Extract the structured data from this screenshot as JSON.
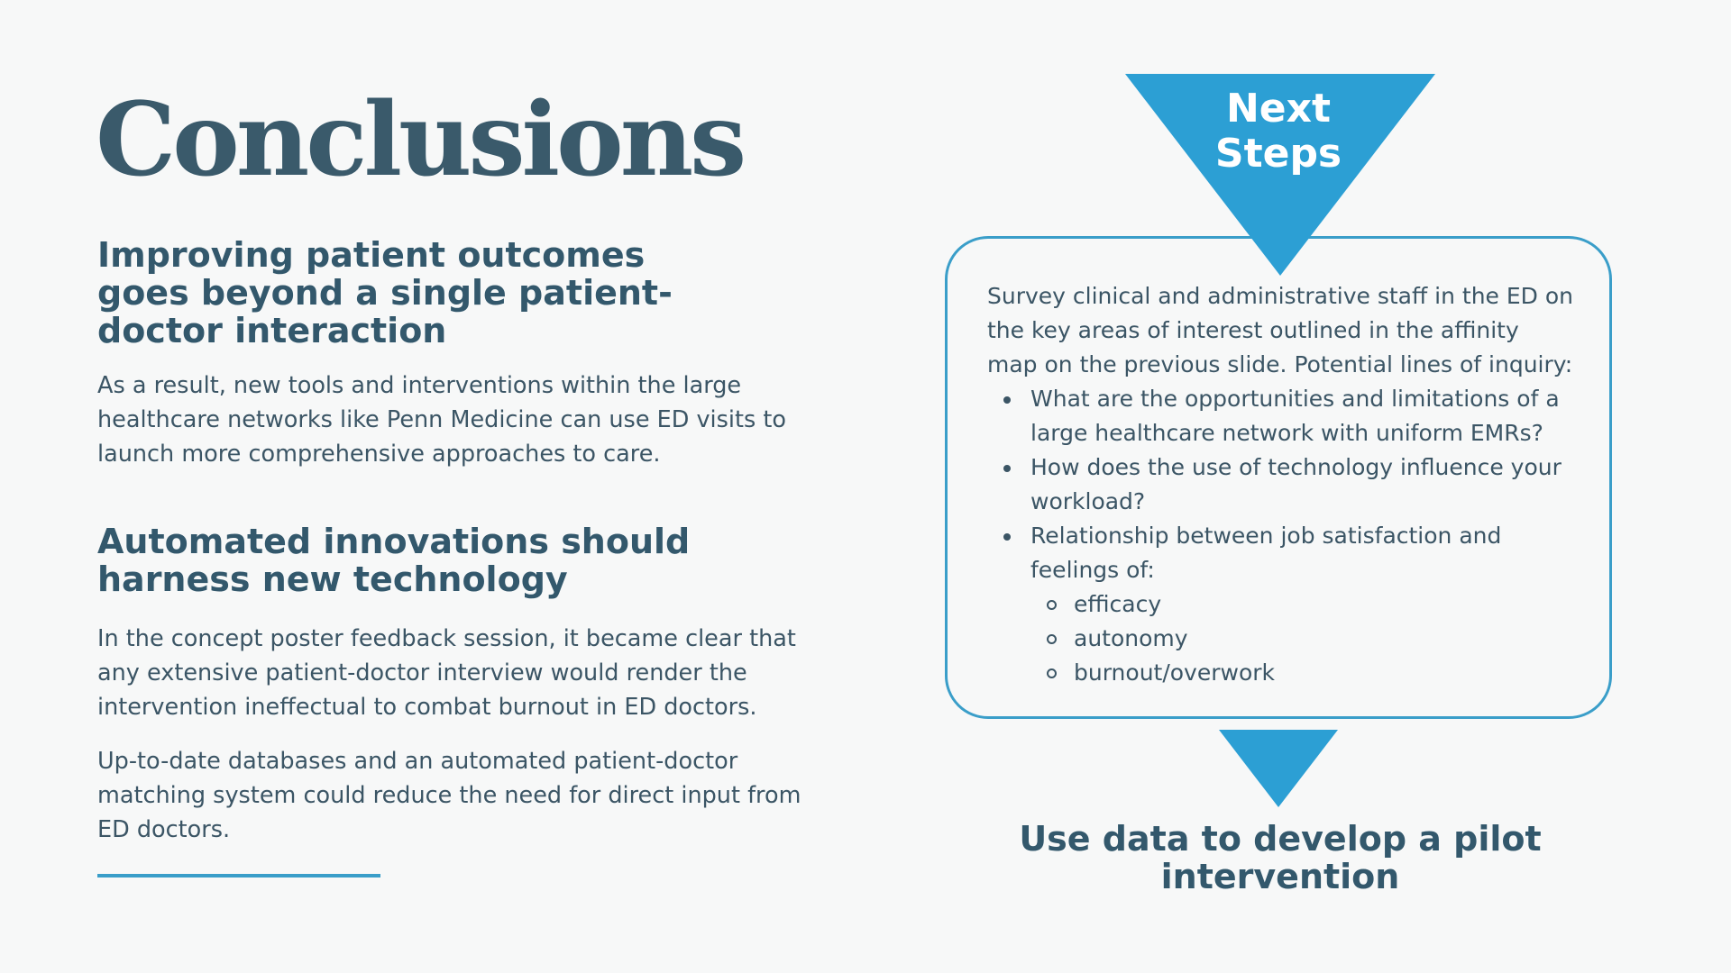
{
  "slide": {
    "title": "Conclusions",
    "sections": [
      {
        "heading": "Improving patient outcomes goes beyond a single patient-doctor interaction",
        "paragraphs": [
          "As a result, new tools and interventions within the large healthcare networks like Penn Medicine can use ED visits to launch more comprehensive approaches to care."
        ]
      },
      {
        "heading": "Automated innovations should harness new technology",
        "paragraphs": [
          "In the concept poster feedback session, it became clear that any extensive patient-doctor interview would render the intervention ineffectual to combat burnout in ED doctors.",
          "Up-to-date databases and an automated patient-doctor matching system could reduce the need for direct input from ED doctors."
        ]
      }
    ]
  },
  "next_steps": {
    "label": "Next Steps",
    "intro": "Survey clinical and administrative staff in the ED on the key areas of interest outlined in the affinity map on the previous slide. Potential lines of inquiry:",
    "bullets": [
      " What are the opportunities and limitations of a large healthcare network with uniform EMRs?",
      "How does the use of technology influence your workload?",
      "Relationship between job satisfaction and feelings of:"
    ],
    "sub_bullets": [
      "efficacy",
      "autonomy",
      "burnout/overwork"
    ],
    "outcome": "Use data to develop a pilot intervention"
  },
  "colors": {
    "accent": "#3a9ec9",
    "triangle": "#2c9fd4",
    "heading": "#33586c",
    "body_text": "#3b5565",
    "background": "#f7f8f8"
  }
}
